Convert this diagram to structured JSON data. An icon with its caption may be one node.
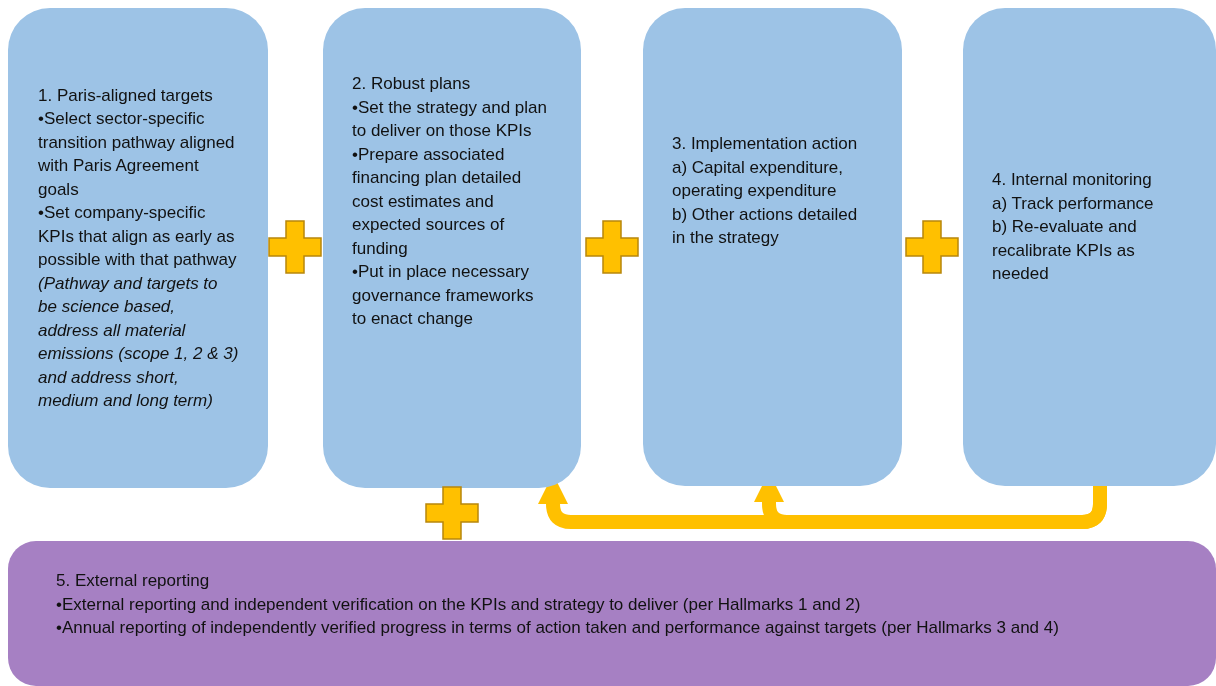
{
  "diagram": {
    "nodes": [
      {
        "text": [
          "1. Paris-aligned targets",
          "•Select sector-specific transition pathway aligned with Paris Agreement goals",
          "•Set company-specific KPIs that align as early as possible with that pathway",
          "(Pathway and targets to be science based, address all material emissions (scope 1, 2 & 3) and address short, medium and long term)"
        ]
      },
      {
        "text": [
          "2. Robust plans",
          "•Set the strategy and plan to deliver on those KPIs",
          "•Prepare associated financing plan detailed cost estimates and expected sources of funding",
          "•Put in place necessary governance frameworks to enact change"
        ]
      },
      {
        "text": [
          "3. Implementation action",
          "a) Capital expenditure, operating expenditure",
          "b) Other actions detailed in the strategy"
        ]
      },
      {
        "text": [
          "4. Internal monitoring",
          "a) Track performance",
          "b) Re-evaluate and recalibrate KPIs as needed"
        ]
      },
      {
        "text": [
          "5. External reporting",
          "•External reporting and independent verification on the KPIs and strategy to deliver (per Hallmarks 1 and 2)",
          "•Annual reporting of independently verified progress in terms of action taken and performance against targets (per Hallmarks 3 and 4)"
        ]
      }
    ],
    "edges": [
      {
        "from": 3,
        "to": 1,
        "arrow": "to"
      },
      {
        "from": 3,
        "to": 2,
        "arrow": "to"
      }
    ]
  }
}
